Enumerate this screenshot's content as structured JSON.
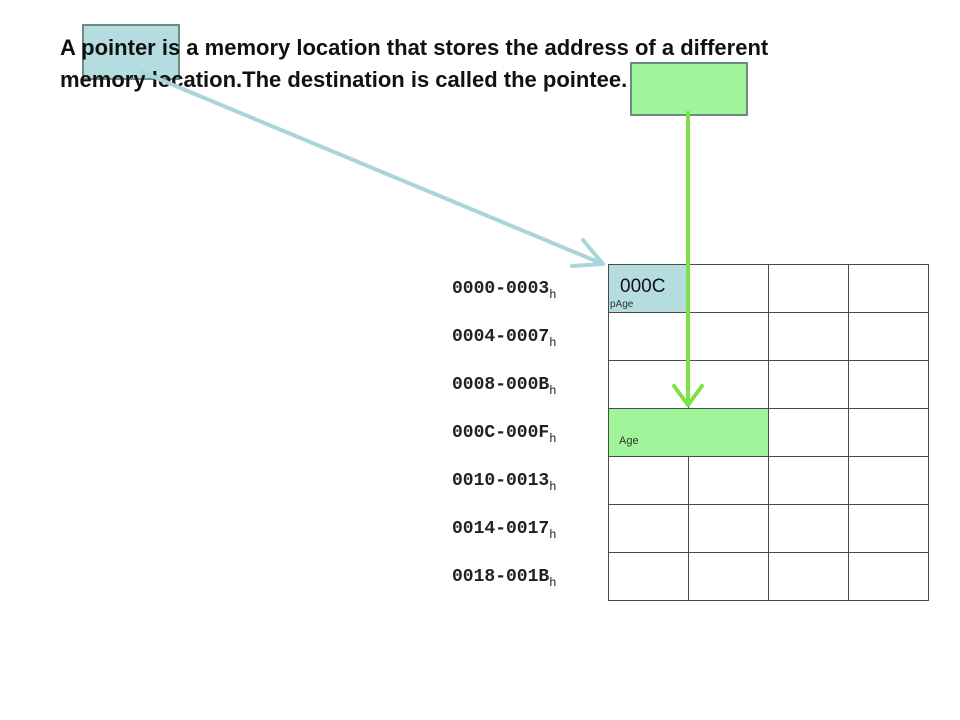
{
  "title": {
    "line1": "A pointer is a memory location that stores the address of a different",
    "line2": "memory location.The destination is called the pointee."
  },
  "colors": {
    "pointer_highlight": "#b5dde0",
    "pointee_highlight": "#a0f59a",
    "pointer_arrow": "#a9d5db",
    "pointee_arrow": "#7ee04a"
  },
  "addresses": [
    {
      "range": "0000-0003",
      "suffix": "h"
    },
    {
      "range": "0004-0007",
      "suffix": "h"
    },
    {
      "range": "0008-000B",
      "suffix": "h"
    },
    {
      "range": "000C-000F",
      "suffix": "h"
    },
    {
      "range": "0010-0013",
      "suffix": "h"
    },
    {
      "range": "0014-0017",
      "suffix": "h"
    },
    {
      "range": "0018-001B",
      "suffix": "h"
    }
  ],
  "memory": {
    "pointer_value": "000C",
    "pointer_name": "pAge",
    "pointee_name": "Age"
  }
}
